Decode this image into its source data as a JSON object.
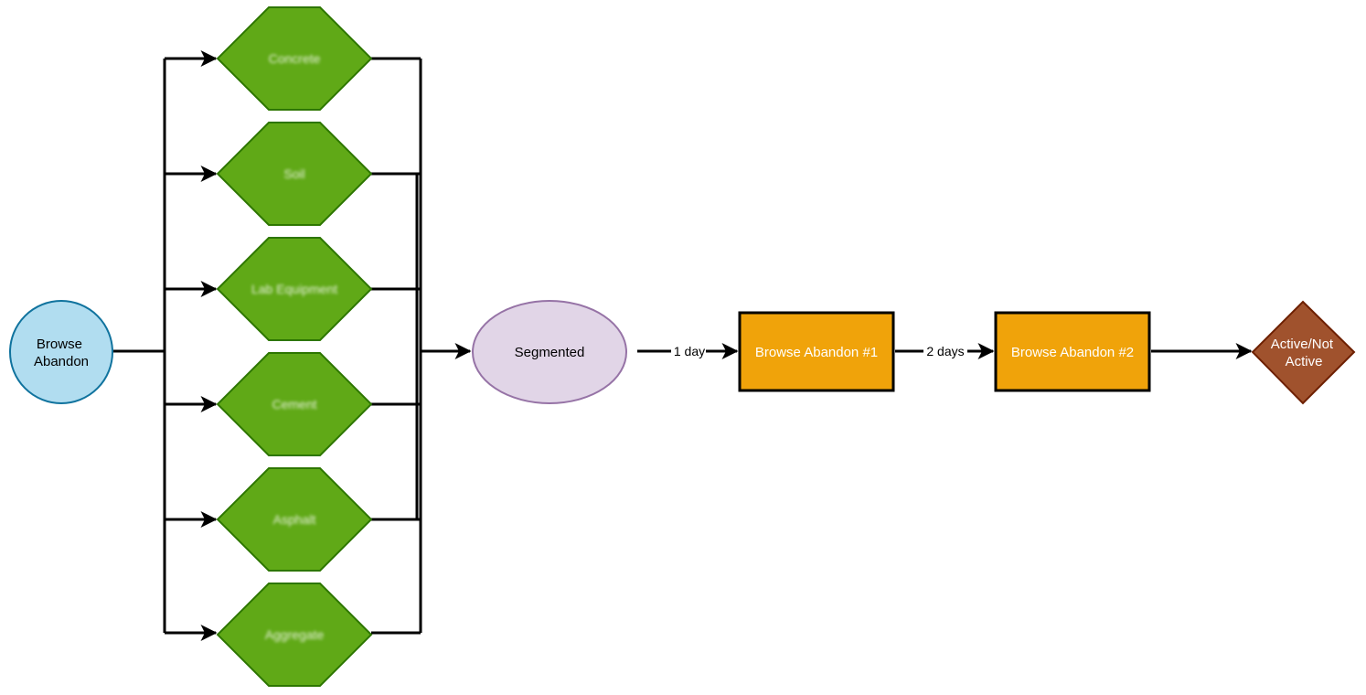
{
  "nodes": {
    "start": {
      "label_line1": "Browse",
      "label_line2": "Abandon",
      "fill": "#b1ddf0",
      "stroke": "#10739e"
    },
    "segments": {
      "fill": "#60a917",
      "stroke": "#2d7600",
      "items": [
        {
          "label": "Concrete"
        },
        {
          "label": "Soil"
        },
        {
          "label": "Lab Equipment"
        },
        {
          "label": "Cement"
        },
        {
          "label": "Asphalt"
        },
        {
          "label": "Aggregate"
        }
      ]
    },
    "segmented": {
      "label": "Segmented",
      "fill": "#e1d5e7",
      "stroke": "#9673a6"
    },
    "email1": {
      "label": "Browse Abandon #1",
      "fill": "#f0a30a",
      "stroke": "#000000"
    },
    "email2": {
      "label": "Browse Abandon #2",
      "fill": "#f0a30a",
      "stroke": "#000000"
    },
    "decision": {
      "label_line1": "Active/Not",
      "label_line2": "Active",
      "fill": "#a0522d",
      "stroke": "#6d1f00"
    }
  },
  "edges": {
    "delay1": "1 day",
    "delay2": "2 days"
  }
}
